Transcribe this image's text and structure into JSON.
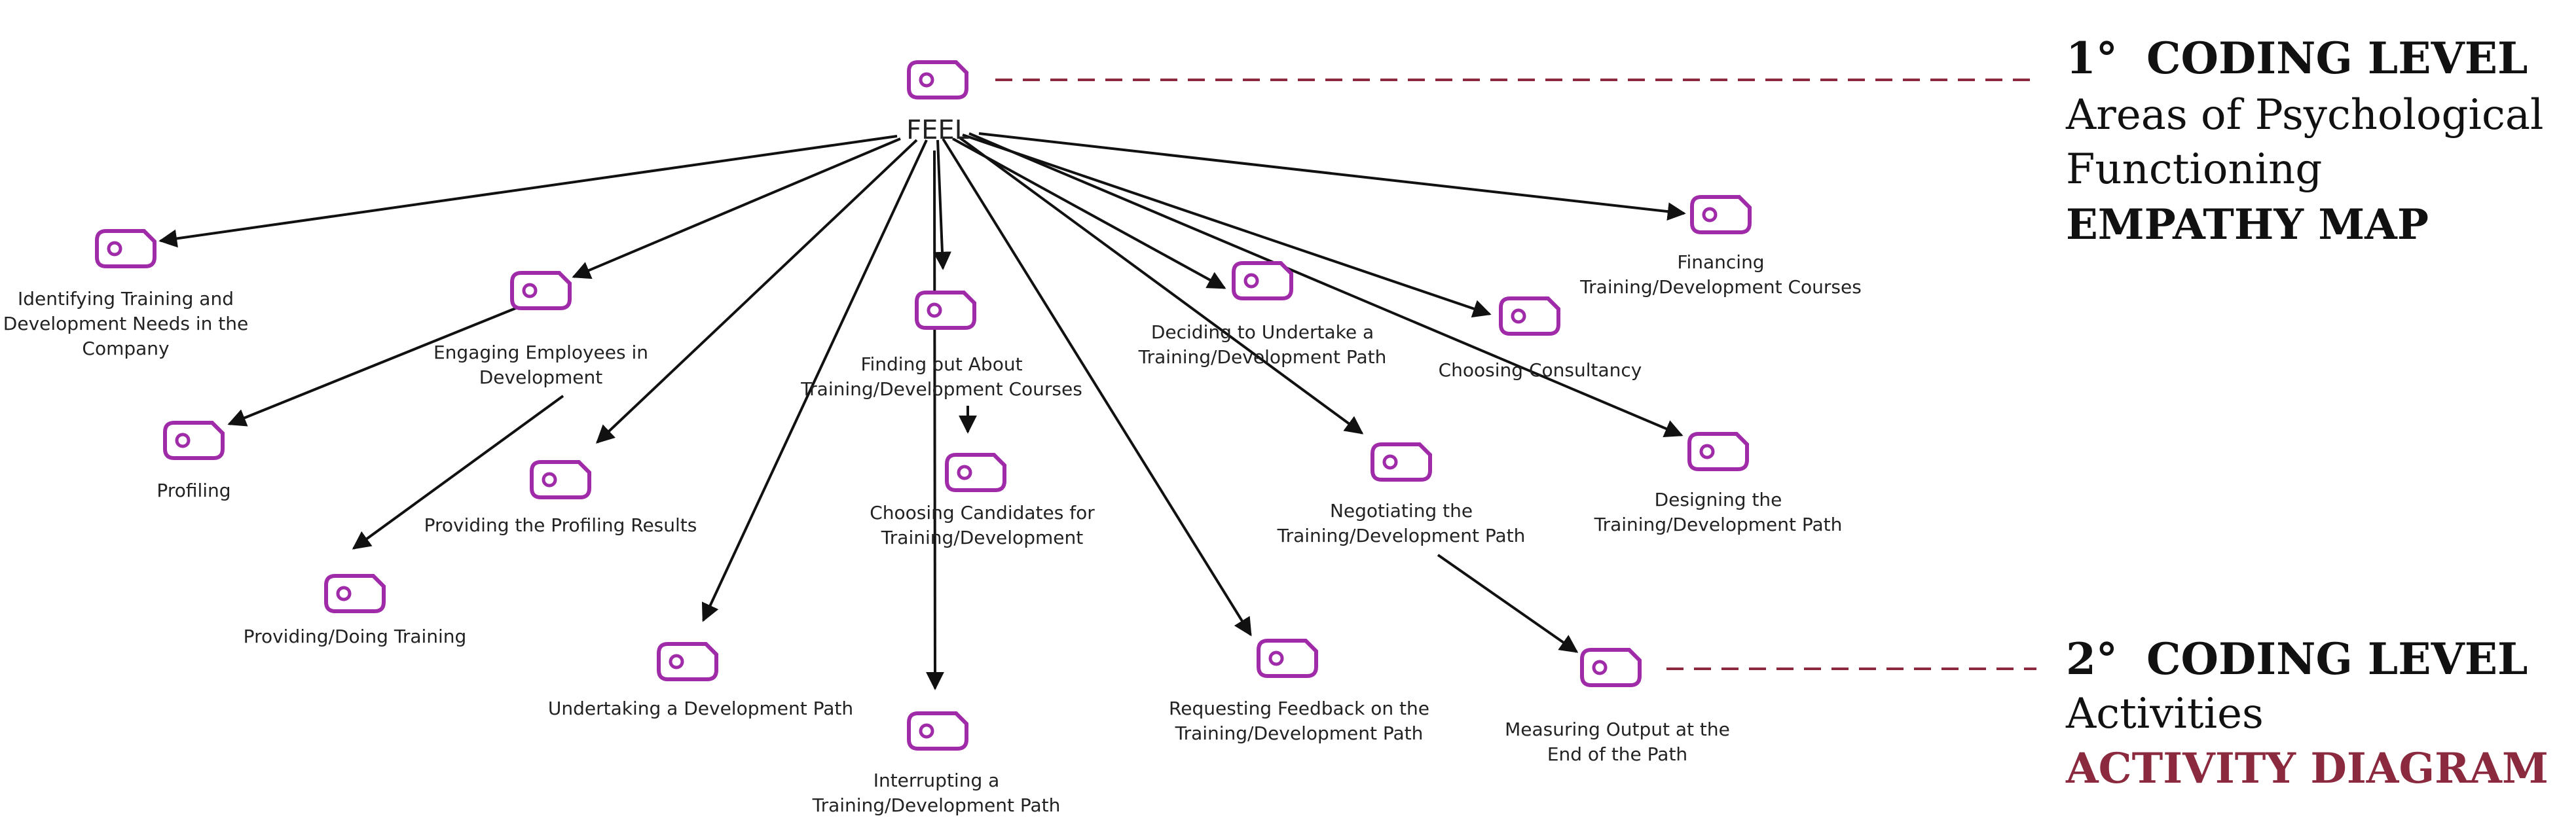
{
  "root": {
    "label": "FEEL"
  },
  "nodes": [
    {
      "id": "identifying",
      "label": [
        "Identifying Training and",
        "Development Needs in the",
        "Company"
      ]
    },
    {
      "id": "engaging",
      "label": [
        "Engaging Employees in",
        "Development"
      ]
    },
    {
      "id": "profiling",
      "label": [
        "Profiling"
      ]
    },
    {
      "id": "providing-results",
      "label": [
        "Providing the Profiling Results"
      ]
    },
    {
      "id": "providing-training",
      "label": [
        "Providing/Doing Training"
      ]
    },
    {
      "id": "undertaking",
      "label": [
        "Undertaking a Development Path"
      ]
    },
    {
      "id": "finding-out",
      "label": [
        "Finding out About",
        "Training/Development Courses"
      ]
    },
    {
      "id": "choosing-candidates",
      "label": [
        "Choosing Candidates for",
        "Training/Development"
      ]
    },
    {
      "id": "interrupting",
      "label": [
        "Interrupting a",
        "Training/Development Path"
      ]
    },
    {
      "id": "requesting-feedback",
      "label": [
        "Requesting Feedback on the",
        "Training/Development Path"
      ]
    },
    {
      "id": "deciding",
      "label": [
        "Deciding to Undertake a",
        "Training/Development Path"
      ]
    },
    {
      "id": "negotiating",
      "label": [
        "Negotiating the",
        "Training/Development Path"
      ]
    },
    {
      "id": "measuring",
      "label": [
        "Measuring Output at the",
        "End of the Path"
      ]
    },
    {
      "id": "choosing-consultancy",
      "label": [
        "Choosing Consultancy"
      ]
    },
    {
      "id": "designing",
      "label": [
        "Designing the",
        "Training/Development Path"
      ]
    },
    {
      "id": "financing",
      "label": [
        "Financing",
        "Training/Development Courses"
      ]
    }
  ],
  "edges": [
    {
      "from": "root",
      "to": "identifying"
    },
    {
      "from": "root",
      "to": "engaging"
    },
    {
      "from": "root",
      "to": "providing-results"
    },
    {
      "from": "root",
      "to": "undertaking"
    },
    {
      "from": "root",
      "to": "finding-out"
    },
    {
      "from": "root",
      "to": "interrupting"
    },
    {
      "from": "root",
      "to": "requesting-feedback"
    },
    {
      "from": "root",
      "to": "deciding"
    },
    {
      "from": "root",
      "to": "negotiating"
    },
    {
      "from": "root",
      "to": "choosing-consultancy"
    },
    {
      "from": "root",
      "to": "designing"
    },
    {
      "from": "root",
      "to": "financing"
    },
    {
      "from": "engaging",
      "to": "profiling"
    },
    {
      "from": "engaging",
      "to": "providing-training"
    },
    {
      "from": "finding-out",
      "to": "choosing-candidates"
    },
    {
      "from": "negotiating",
      "to": "measuring"
    }
  ],
  "legend": {
    "level1": {
      "number": "1°",
      "heading": "CODING LEVEL",
      "subtitle_lines": [
        "Areas of Psychological",
        "Functioning"
      ],
      "title": "EMPATHY MAP",
      "title_color": "#111111"
    },
    "level2": {
      "number": "2°",
      "heading": "CODING LEVEL",
      "subtitle_lines": [
        "Activities"
      ],
      "title": "ACTIVITY DIAGRAM",
      "title_color": "#8b2a3f"
    }
  },
  "colors": {
    "node_icon": "#a02ba8",
    "edge": "#111111",
    "dashed_connector": "#8b2a3f"
  },
  "icon_name": "code-tag-icon"
}
